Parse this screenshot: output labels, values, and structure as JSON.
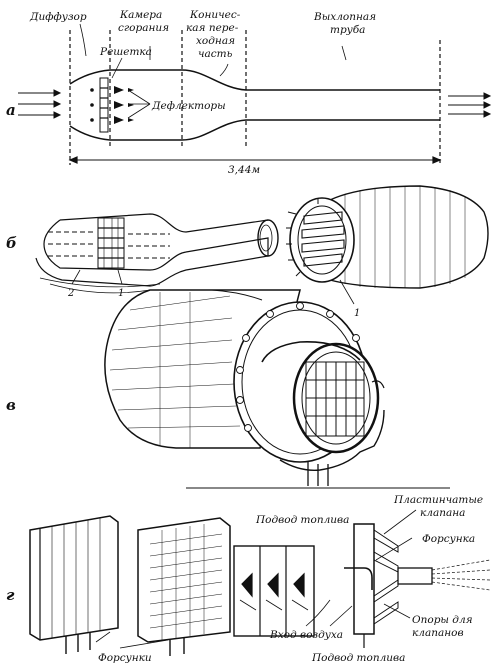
{
  "labels": {
    "diffuser": "Диффузор",
    "chamber_1": "Камера",
    "chamber_2": "сгорания",
    "conical_1": "Коничес-",
    "conical_2": "кая пере-",
    "conical_3": "ходная",
    "conical_4": "часть",
    "exhaust_1": "Выхлопная",
    "exhaust_2": "труба",
    "grid": "Решетка",
    "deflectors": "Дефлекторы",
    "length": "3,44м",
    "fuel_supply_1": "Подвод топлива",
    "plate_valves_1": "Пластинчатые",
    "plate_valves_2": "клапана",
    "injector": "Форсунка",
    "air_inlet": "Вход воздуха",
    "valve_supports_1": "Опоры для",
    "valve_supports_2": "клапанов",
    "fuel_supply_2": "Подвод топлива",
    "injectors": "Форсунки",
    "num_1": "1",
    "num_2": "2",
    "num_1b": "1"
  },
  "subfigures": {
    "a": "а",
    "b": "б",
    "v": "в",
    "g": "г"
  }
}
